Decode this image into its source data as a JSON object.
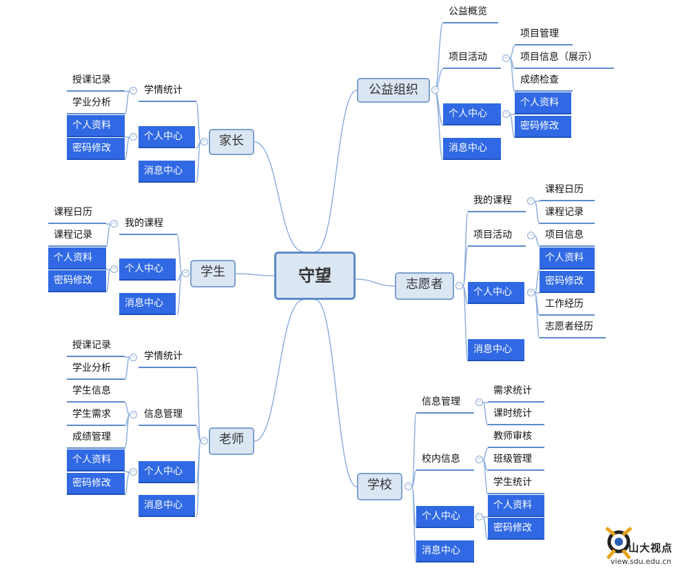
{
  "root": {
    "label": "守望"
  },
  "branches": {
    "gongyi": {
      "label": "公益组织",
      "gaikuang": "公益概览",
      "xmhd": {
        "label": "项目活动",
        "items": [
          "项目管理",
          "项目信息（展示）",
          "成绩检查"
        ]
      },
      "grzx": {
        "label": "个人中心",
        "items": [
          "个人资料",
          "密码修改"
        ]
      },
      "xxzx": "消息中心"
    },
    "jiazhang": {
      "label": "家长",
      "xqtj": {
        "label": "学情统计",
        "items": [
          "授课记录",
          "学业分析"
        ]
      },
      "grzx": {
        "label": "个人中心",
        "items": [
          "个人资料",
          "密码修改"
        ]
      },
      "xxzx": "消息中心"
    },
    "xuesheng": {
      "label": "学生",
      "wdkc": {
        "label": "我的课程",
        "items": [
          "课程日历",
          "课程记录"
        ]
      },
      "grzx": {
        "label": "个人中心",
        "items": [
          "个人资料",
          "密码修改"
        ]
      },
      "xxzx": "消息中心"
    },
    "laoshi": {
      "label": "老师",
      "xqtj": {
        "label": "学情统计",
        "items": [
          "授课记录",
          "学业分析"
        ]
      },
      "xxgl": {
        "label": "信息管理",
        "items": [
          "学生信息",
          "学生需求",
          "成绩管理"
        ]
      },
      "grzx": {
        "label": "个人中心",
        "items": [
          "个人资料",
          "密码修改"
        ]
      },
      "xxzx": "消息中心"
    },
    "zhiyuanzhe": {
      "label": "志愿者",
      "wdkc": {
        "label": "我的课程",
        "items": [
          "课程日历",
          "课程记录"
        ]
      },
      "xmhd": {
        "label": "项目活动",
        "items": [
          "项目信息"
        ]
      },
      "grzx": {
        "label": "个人中心",
        "items": [
          "个人资料",
          "密码修改",
          "工作经历",
          "志愿者经历"
        ]
      },
      "xxzx": "消息中心"
    },
    "xuexiao": {
      "label": "学校",
      "xxgl": {
        "label": "信息管理",
        "items": [
          "需求统计",
          "课时统计"
        ]
      },
      "xnxx": {
        "label": "校内信息",
        "items": [
          "教师审核",
          "班级管理",
          "学生统计"
        ]
      },
      "grzx": {
        "label": "个人中心",
        "items": [
          "个人资料",
          "密码修改"
        ]
      },
      "xxzx": "消息中心"
    }
  },
  "colors": {
    "line": "#8fb0dc",
    "underline": "#5d8ac9",
    "highlight": "#3069e3",
    "box_fill": "#dbe6f3"
  },
  "watermark": {
    "name": "山大视点",
    "url": "view.sdu.edu.cn"
  }
}
